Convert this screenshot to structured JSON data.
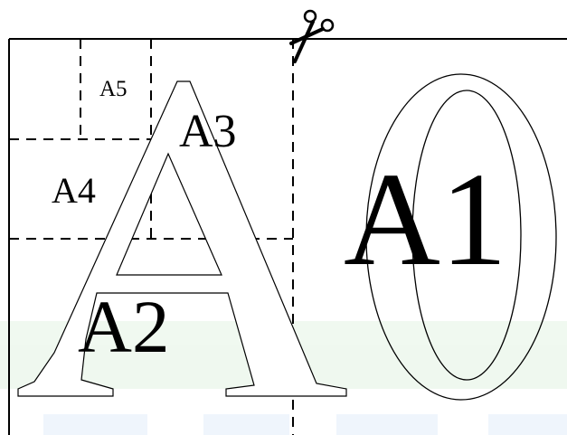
{
  "labels": {
    "a5": "A5",
    "a4": "A4",
    "a3": "A3",
    "a2": "A2",
    "a1": "A1",
    "a0_letter": "A",
    "a0_digit": "0"
  },
  "icons": {
    "scissors": "scissors-icon"
  },
  "colors": {
    "line": "#000000",
    "background": "#ffffff",
    "watermark": "#e9f6e9",
    "watermark_blue": "#eef5fc"
  }
}
